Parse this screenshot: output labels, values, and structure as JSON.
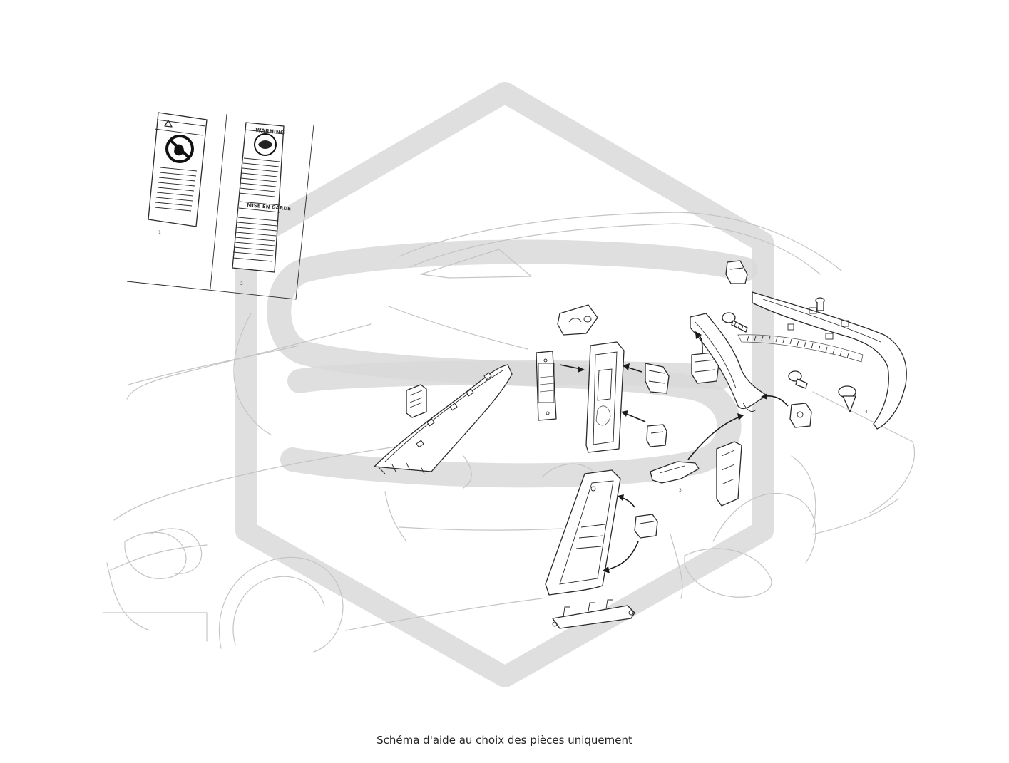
{
  "caption": "Schéma d'aide au choix des pièces uniquement",
  "labels": {
    "warning_title": "WARNING",
    "caution_title": "MISE EN GARDE"
  },
  "colors": {
    "watermark": "#d9d9d9",
    "car_outline": "#c4c4c4",
    "part_stroke": "#2a2a2a"
  }
}
